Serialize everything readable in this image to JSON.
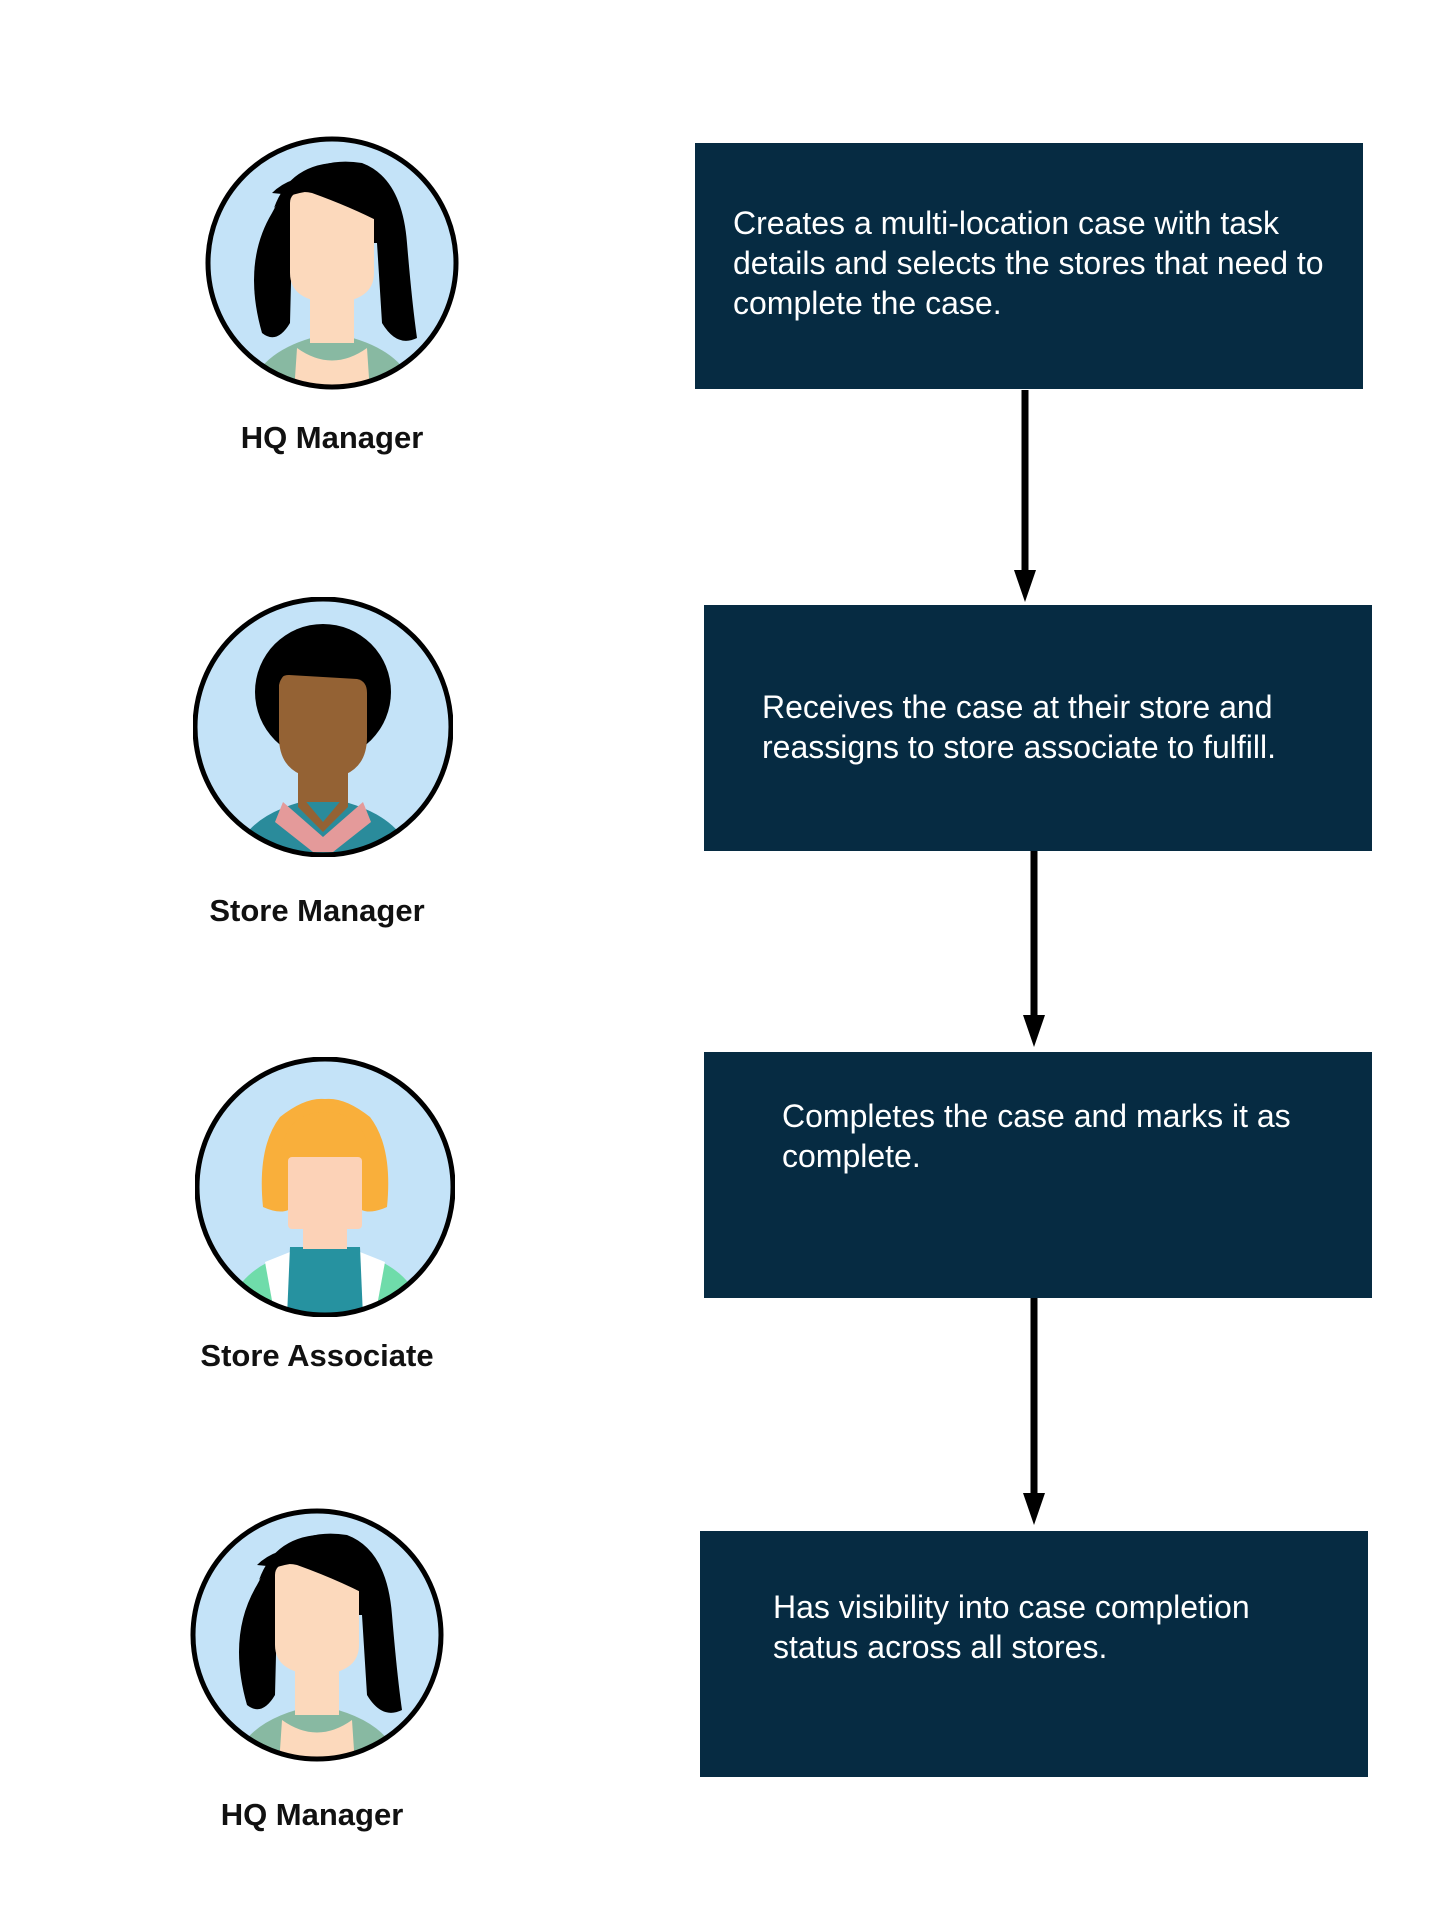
{
  "roles": [
    {
      "label": "HQ Manager",
      "icon": "hq-manager-woman-icon"
    },
    {
      "label": "Store Manager",
      "icon": "store-manager-person-icon"
    },
    {
      "label": "Store Associate",
      "icon": "store-associate-woman-icon"
    },
    {
      "label": "HQ Manager",
      "icon": "hq-manager-woman-icon"
    }
  ],
  "steps": [
    {
      "text": "Creates a multi-location case with task details and selects the stores that need to complete the case."
    },
    {
      "text": "Receives the case at their store and reassigns to store associate to fulfill."
    },
    {
      "text": "Completes the case and marks it as complete."
    },
    {
      "text": "Has visibility into case completion status across all stores."
    }
  ],
  "colors": {
    "box_fill": "#062b42",
    "box_text": "#ffffff",
    "avatar_bg": "#c4e3f8",
    "arrow": "#000000"
  }
}
